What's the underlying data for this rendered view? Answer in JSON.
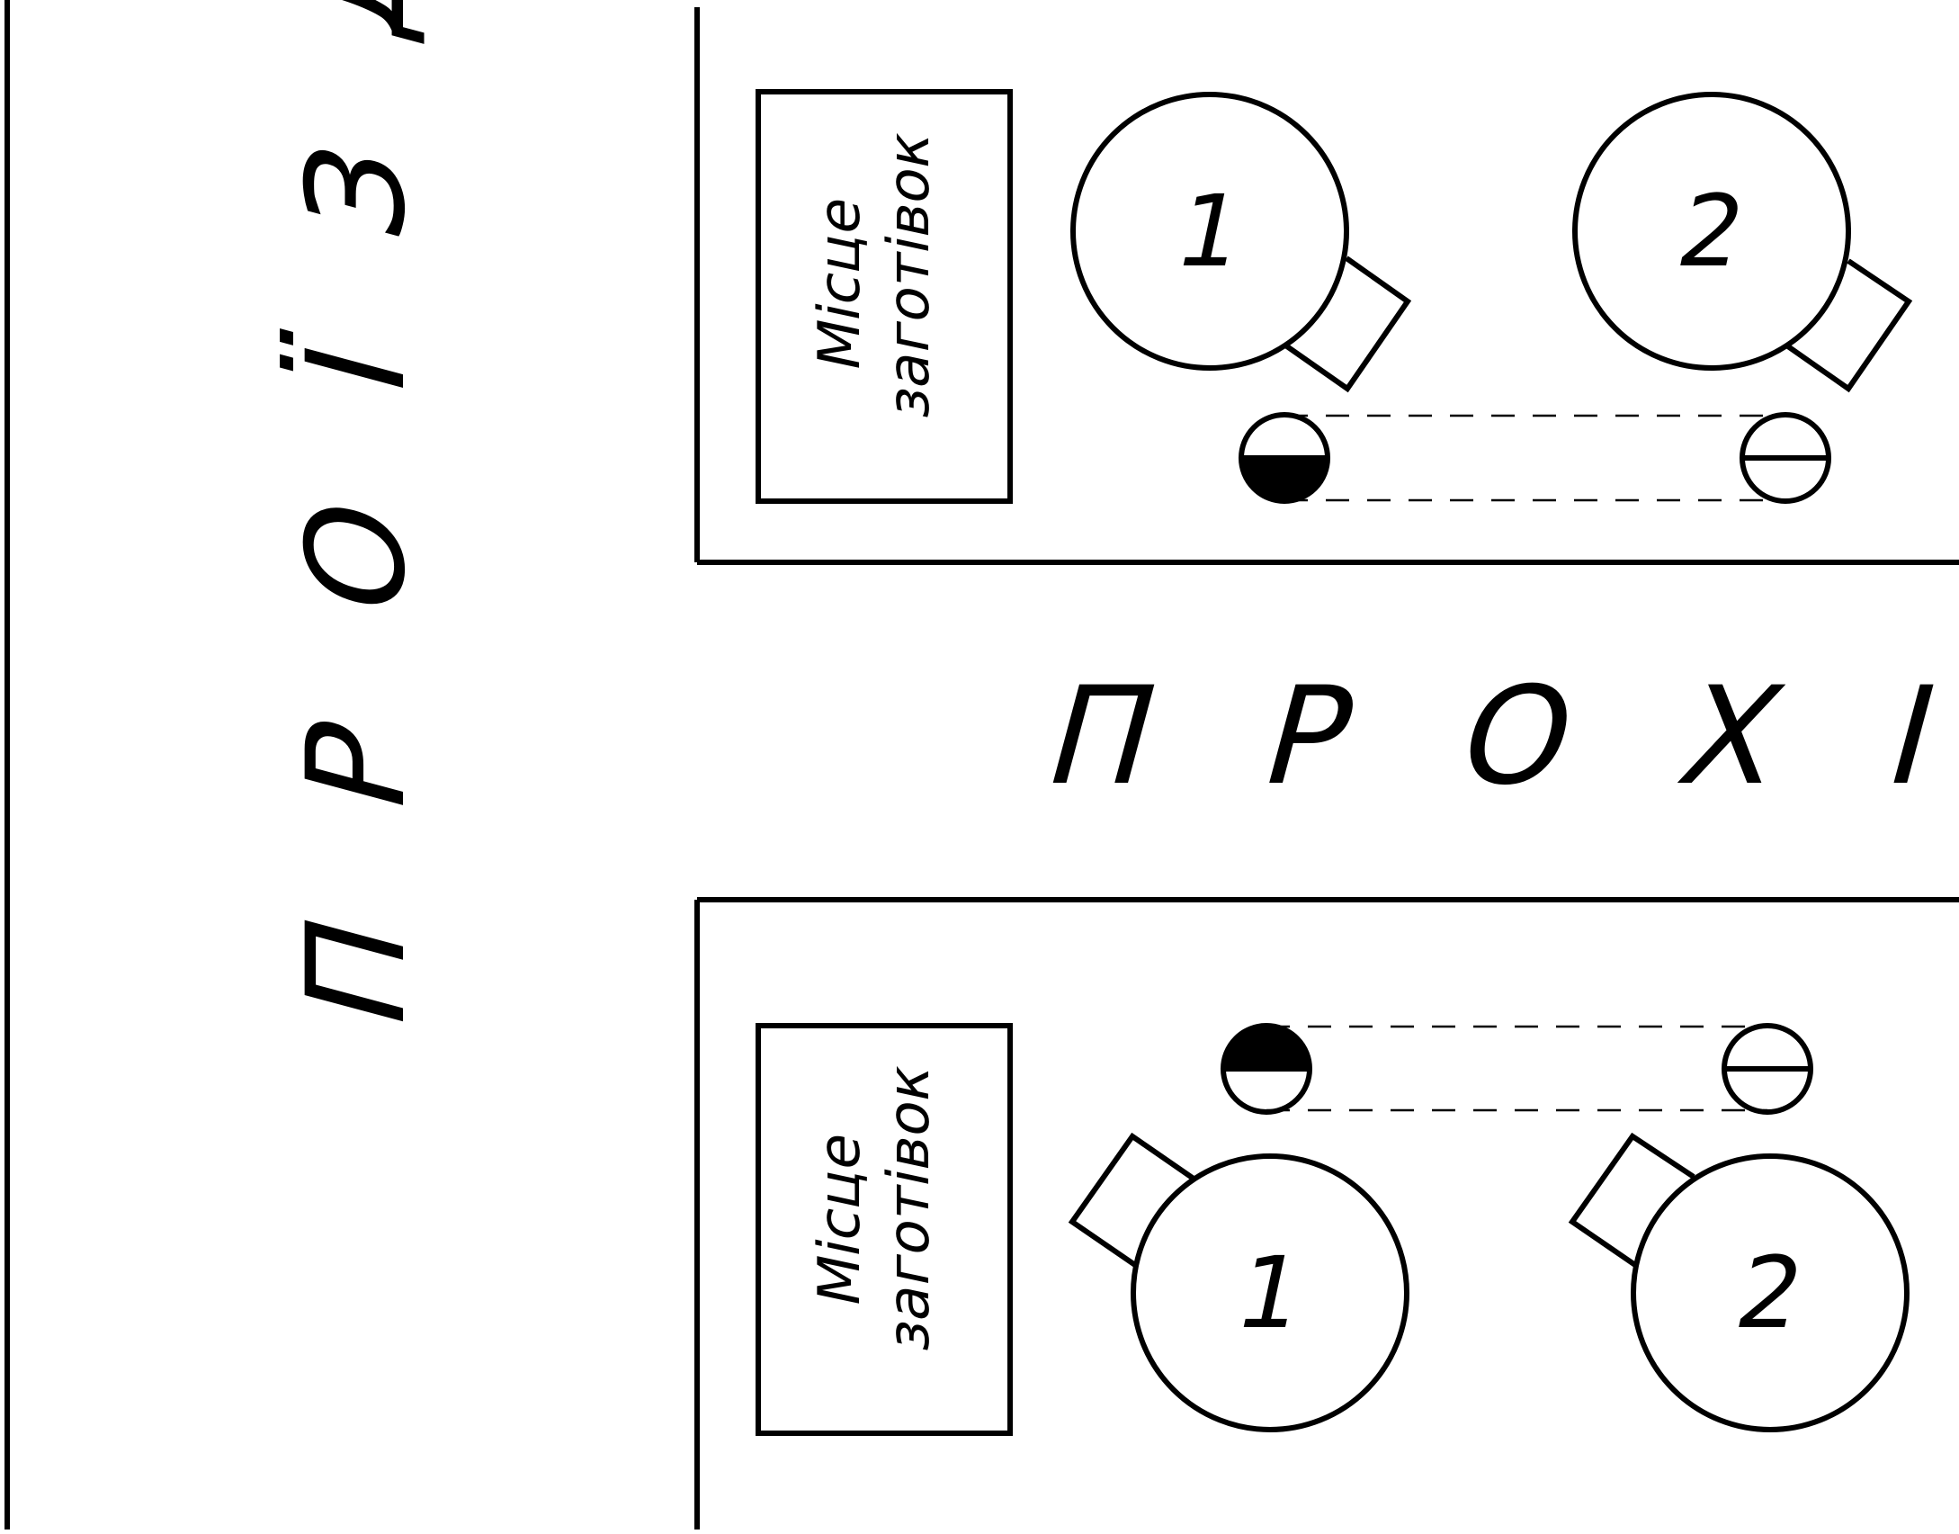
{
  "drive_label": "П Р О Ї З Д",
  "aisle_label": "П Р О Х І Д",
  "colors": {
    "ink": "#000000",
    "background": "#ffffff"
  },
  "top_row": {
    "storage_line1": "Місце",
    "storage_line2": "заготівок",
    "machine_1": "1",
    "machine_2": "2"
  },
  "bottom_row": {
    "storage_line1": "Місце",
    "storage_line2": "заготівок",
    "machine_1": "1",
    "machine_2": "2"
  }
}
